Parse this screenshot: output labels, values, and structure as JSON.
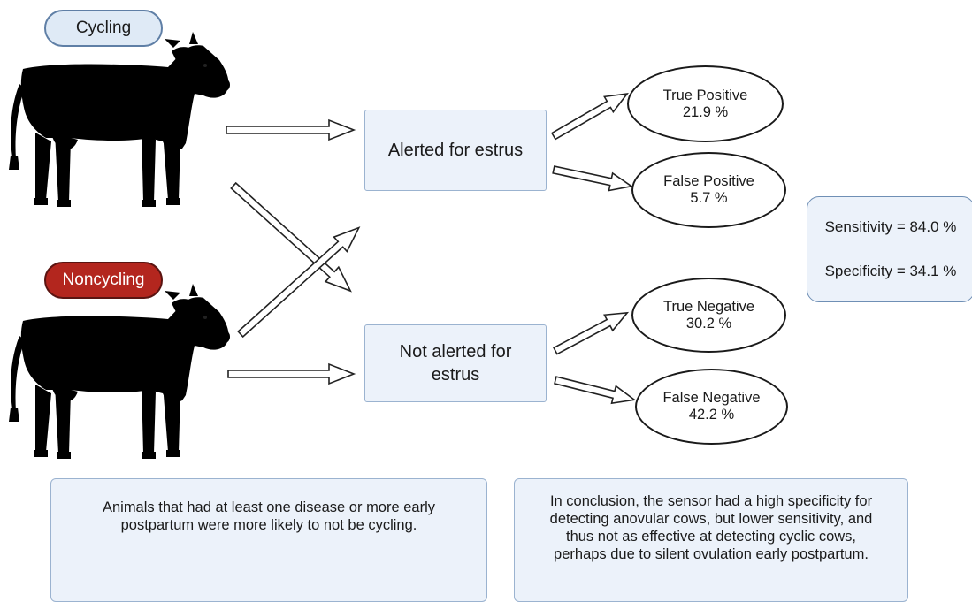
{
  "groups": {
    "cycling": "Cycling",
    "noncycling": "Noncycling"
  },
  "classifications": {
    "alerted": "Alerted for estrus",
    "not_alerted": "Not alerted for estrus"
  },
  "outcomes": [
    {
      "label": "True Positive",
      "value": "21.9 %"
    },
    {
      "label": "False Positive",
      "value": "5.7 %"
    },
    {
      "label": "True Negative",
      "value": "30.2 %"
    },
    {
      "label": "False Negative",
      "value": "42.2 %"
    }
  ],
  "metrics": {
    "sensitivity": "Sensitivity = 84.0 %",
    "specificity": "Specificity = 34.1 %"
  },
  "notes": {
    "disease": "Animals that had at least one disease or more early postpartum were more likely to not be cycling.",
    "conclusion": "In conclusion, the sensor had a high specificity for detecting anovular cows, but lower sensitivity, and thus not as effective at detecting cyclic cows, perhaps due to silent ovulation early postpartum."
  },
  "colors": {
    "cycling_pill": "#dfeaf6",
    "noncycling_pill": "#b3261e",
    "box_fill": "#ecf2fa",
    "cow_red": "#e8362e",
    "cow_pink": "#f4a7ad"
  }
}
